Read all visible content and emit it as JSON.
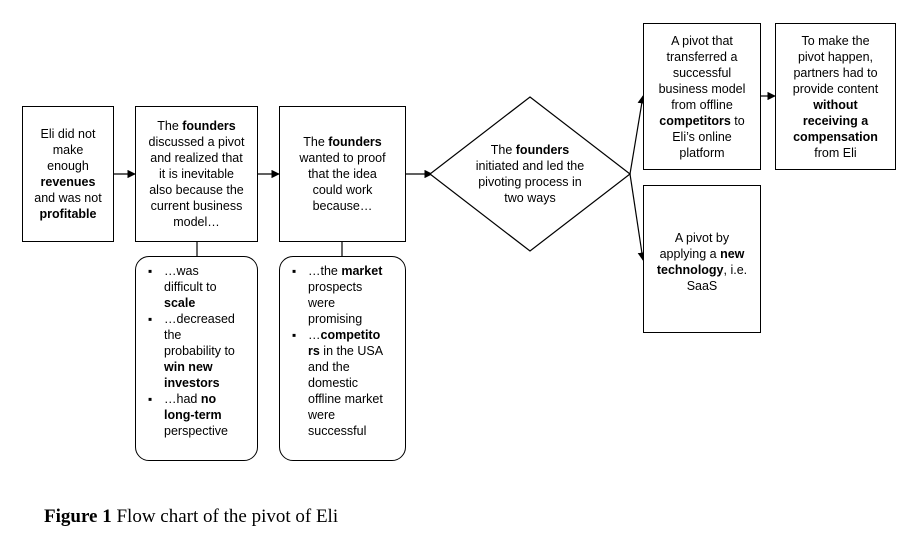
{
  "nodes": {
    "box1": [
      {
        "t": "Eli did not",
        "b": false
      },
      {
        "t": "\n",
        "b": false
      },
      {
        "t": "make",
        "b": false
      },
      {
        "t": "\n",
        "b": false
      },
      {
        "t": "enough",
        "b": false
      },
      {
        "t": "\n",
        "b": false
      },
      {
        "t": "revenues",
        "b": true
      },
      {
        "t": "\n",
        "b": false
      },
      {
        "t": "and was not",
        "b": false
      },
      {
        "t": "\n",
        "b": false
      },
      {
        "t": "profitable",
        "b": true
      }
    ],
    "box2": [
      {
        "t": "The ",
        "b": false
      },
      {
        "t": "founders",
        "b": true
      },
      {
        "t": "\n",
        "b": false
      },
      {
        "t": "discussed a pivot",
        "b": false
      },
      {
        "t": "\n",
        "b": false
      },
      {
        "t": "and realized that",
        "b": false
      },
      {
        "t": "\n",
        "b": false
      },
      {
        "t": "it is inevitable",
        "b": false
      },
      {
        "t": "\n",
        "b": false
      },
      {
        "t": "also because the",
        "b": false
      },
      {
        "t": "\n",
        "b": false
      },
      {
        "t": "current business",
        "b": false
      },
      {
        "t": "\n",
        "b": false
      },
      {
        "t": "model…",
        "b": false
      }
    ],
    "box3": [
      {
        "t": "The ",
        "b": false
      },
      {
        "t": "founders",
        "b": true
      },
      {
        "t": "\n",
        "b": false
      },
      {
        "t": "wanted to proof",
        "b": false
      },
      {
        "t": "\n",
        "b": false
      },
      {
        "t": "that the idea",
        "b": false
      },
      {
        "t": "\n",
        "b": false
      },
      {
        "t": "could work",
        "b": false
      },
      {
        "t": "\n",
        "b": false
      },
      {
        "t": "because…",
        "b": false
      }
    ],
    "diamond": [
      {
        "t": "The ",
        "b": false
      },
      {
        "t": "founders",
        "b": true
      },
      {
        "t": "\n",
        "b": false
      },
      {
        "t": "initiated and led the",
        "b": false
      },
      {
        "t": "\n",
        "b": false
      },
      {
        "t": "pivoting process in",
        "b": false
      },
      {
        "t": "\n",
        "b": false
      },
      {
        "t": "two ways",
        "b": false
      }
    ],
    "box_top": [
      {
        "t": "A pivot that",
        "b": false
      },
      {
        "t": "\n",
        "b": false
      },
      {
        "t": "transferred a",
        "b": false
      },
      {
        "t": "\n",
        "b": false
      },
      {
        "t": "successful",
        "b": false
      },
      {
        "t": "\n",
        "b": false
      },
      {
        "t": "business model",
        "b": false
      },
      {
        "t": "\n",
        "b": false
      },
      {
        "t": "from offline",
        "b": false
      },
      {
        "t": "\n",
        "b": false
      },
      {
        "t": "competitors",
        "b": true
      },
      {
        "t": " to",
        "b": false
      },
      {
        "t": "\n",
        "b": false
      },
      {
        "t": "Eli’s online",
        "b": false
      },
      {
        "t": "\n",
        "b": false
      },
      {
        "t": "platform",
        "b": false
      }
    ],
    "box_far": [
      {
        "t": "To make the",
        "b": false
      },
      {
        "t": "\n",
        "b": false
      },
      {
        "t": "pivot happen,",
        "b": false
      },
      {
        "t": "\n",
        "b": false
      },
      {
        "t": "partners had to",
        "b": false
      },
      {
        "t": "\n",
        "b": false
      },
      {
        "t": "provide content",
        "b": false
      },
      {
        "t": "\n",
        "b": false
      },
      {
        "t": "without",
        "b": true
      },
      {
        "t": "\n",
        "b": false
      },
      {
        "t": "receiving a",
        "b": true
      },
      {
        "t": "\n",
        "b": false
      },
      {
        "t": "compensation",
        "b": true
      },
      {
        "t": "\n",
        "b": false
      },
      {
        "t": "from Eli",
        "b": false
      }
    ],
    "box_bottom": [
      {
        "t": "A pivot by",
        "b": false
      },
      {
        "t": "\n",
        "b": false
      },
      {
        "t": "applying a ",
        "b": false
      },
      {
        "t": "new",
        "b": true
      },
      {
        "t": "\n",
        "b": false
      },
      {
        "t": "technology",
        "b": true
      },
      {
        "t": ", i.e.",
        "b": false
      },
      {
        "t": "\n",
        "b": false
      },
      {
        "t": "SaaS",
        "b": false
      }
    ]
  },
  "lists": {
    "list1": [
      [
        {
          "t": "…was",
          "b": false
        },
        {
          "t": "\n",
          "b": false
        },
        {
          "t": "difficult to",
          "b": false
        },
        {
          "t": "\n",
          "b": false
        },
        {
          "t": "scale",
          "b": true
        }
      ],
      [
        {
          "t": "…decreased",
          "b": false
        },
        {
          "t": "\n",
          "b": false
        },
        {
          "t": "the",
          "b": false
        },
        {
          "t": "\n",
          "b": false
        },
        {
          "t": "probability to",
          "b": false
        },
        {
          "t": "\n",
          "b": false
        },
        {
          "t": "win new",
          "b": true
        },
        {
          "t": "\n",
          "b": false
        },
        {
          "t": "investors",
          "b": true
        }
      ],
      [
        {
          "t": "…had ",
          "b": false
        },
        {
          "t": "no",
          "b": true
        },
        {
          "t": "\n",
          "b": false
        },
        {
          "t": "long-term",
          "b": true
        },
        {
          "t": "\n",
          "b": false
        },
        {
          "t": "perspective",
          "b": false
        }
      ]
    ],
    "list2": [
      [
        {
          "t": "…the ",
          "b": false
        },
        {
          "t": "market",
          "b": true
        },
        {
          "t": "\n",
          "b": false
        },
        {
          "t": "prospects",
          "b": false
        },
        {
          "t": "\n",
          "b": false
        },
        {
          "t": "were",
          "b": false
        },
        {
          "t": "\n",
          "b": false
        },
        {
          "t": "promising",
          "b": false
        }
      ],
      [
        {
          "t": "…",
          "b": false
        },
        {
          "t": "competito",
          "b": true
        },
        {
          "t": "\n",
          "b": false
        },
        {
          "t": "rs",
          "b": true
        },
        {
          "t": " in the USA",
          "b": false
        },
        {
          "t": "\n",
          "b": false
        },
        {
          "t": "and the",
          "b": false
        },
        {
          "t": "\n",
          "b": false
        },
        {
          "t": "domestic",
          "b": false
        },
        {
          "t": "\n",
          "b": false
        },
        {
          "t": "offline market",
          "b": false
        },
        {
          "t": "\n",
          "b": false
        },
        {
          "t": "were",
          "b": false
        },
        {
          "t": "\n",
          "b": false
        },
        {
          "t": "successful",
          "b": false
        }
      ]
    ]
  },
  "caption": {
    "bold": "Figure 1",
    "text": " Flow chart of the pivot of Eli"
  },
  "colors": {
    "stroke": "#000000",
    "background": "#ffffff"
  }
}
